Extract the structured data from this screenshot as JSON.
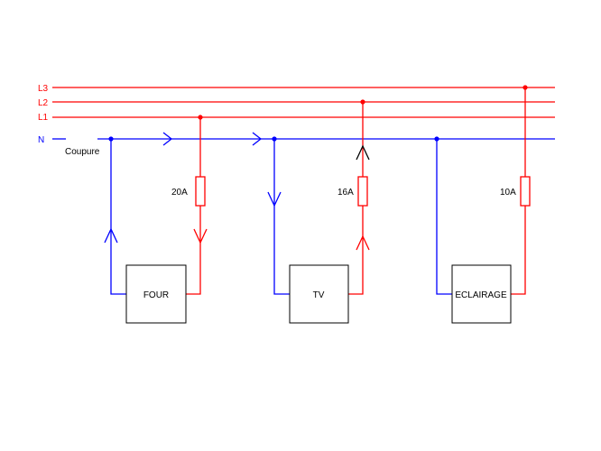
{
  "colors": {
    "phase": "#ff0000",
    "neutral": "#0000ff",
    "box": "#000000",
    "background": "#ffffff"
  },
  "lines": {
    "l3": "L3",
    "l2": "L2",
    "l1": "L1",
    "n": "N"
  },
  "cut_label": "Coupure",
  "fuses": {
    "four": "20A",
    "tv": "16A",
    "eclairage": "10A"
  },
  "loads": {
    "four": "FOUR",
    "tv": "TV",
    "eclairage": "ECLAIRAGE"
  }
}
